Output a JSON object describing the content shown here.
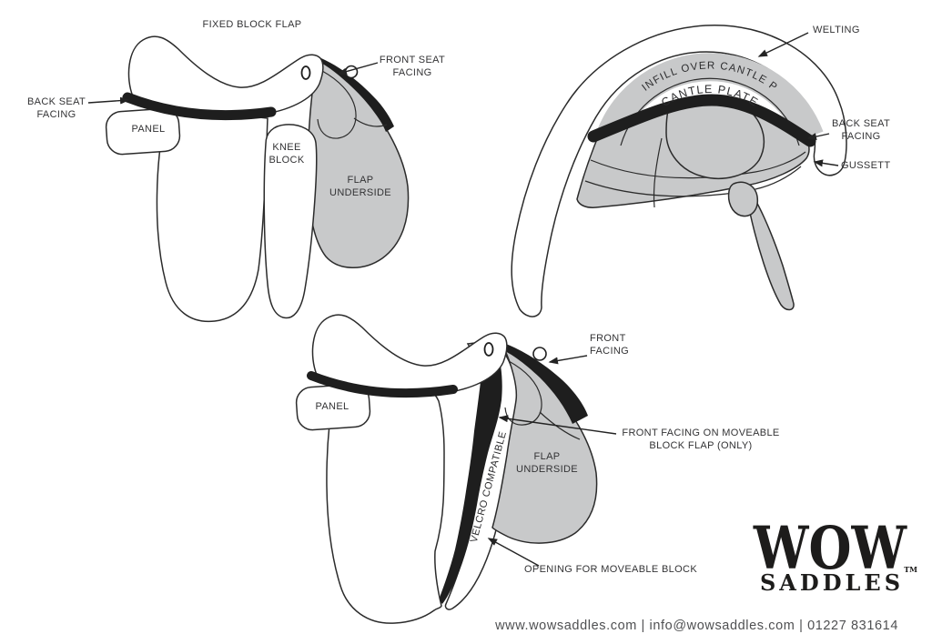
{
  "colors": {
    "ink": "#1e1e1e",
    "outline": "#2b2b2b",
    "gray_fill": "#c8c9ca",
    "label_text": "#333335",
    "footer_text": "#4f5052",
    "background": "#ffffff"
  },
  "diagrams": {
    "fixed": {
      "title": "FIXED BLOCK FLAP",
      "front_seat_facing": "FRONT SEAT\nFACING",
      "back_seat_facing": "BACK SEAT\nFACING",
      "panel": "PANEL",
      "knee_block": "KNEE\nBLOCK",
      "flap_underside": "FLAP\nUNDERSIDE"
    },
    "rear": {
      "welting": "WELTING",
      "infill_over_cantle_plate": "INFILL OVER CANTLE P",
      "cantle_plate": "CANTLE PLATE",
      "back_seat_facing": "BACK SEAT\nFACING",
      "gussett": "GUSSETT"
    },
    "moveable": {
      "front_facing": "FRONT\nFACING",
      "panel": "PANEL",
      "velcro_compatible": "VELCRO COMPATIBLE",
      "flap_underside": "FLAP\nUNDERSIDE",
      "front_facing_on_moveable": "FRONT FACING ON MOVEABLE\nBLOCK FLAP (ONLY)",
      "opening_for_moveable_block": "OPENING FOR MOVEABLE BLOCK"
    }
  },
  "brand": {
    "name": "WOW",
    "subtitle": "SADDLES",
    "trademark": "TM",
    "contact": "www.wowsaddles.com | info@wowsaddles.com | 01227 831614"
  }
}
